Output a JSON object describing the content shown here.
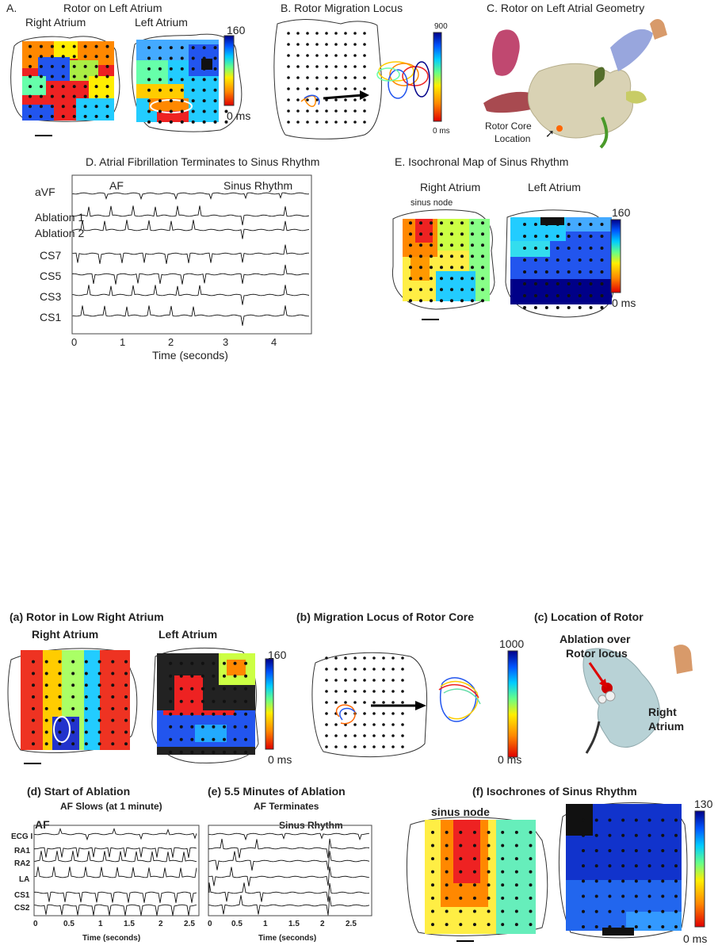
{
  "top": {
    "panelA": {
      "title": "A.",
      "subtitle": "Rotor on Left Atrium",
      "ra_label": "Right Atrium",
      "la_label": "Left Atrium",
      "scale_max": "160",
      "scale_min": "0 ms"
    },
    "panelB": {
      "title": "B. Rotor Migration Locus",
      "scale_max": "900",
      "scale_min": "0 ms"
    },
    "panelC": {
      "title": "C. Rotor on Left Atrial Geometry",
      "core_label_1": "Rotor Core",
      "core_label_2": "Location"
    },
    "panelD": {
      "title": "D. Atrial Fibrillation Terminates to Sinus Rhythm",
      "af_label": "AF",
      "sinus_label": "Sinus Rhythm",
      "channels": [
        "aVF",
        "Ablation 1",
        "Ablation 2",
        "CS7",
        "CS5",
        "CS3",
        "CS1"
      ],
      "ticks": [
        "0",
        "1",
        "2",
        "3",
        "4"
      ],
      "xlabel": "Time (seconds)"
    },
    "panelE": {
      "title": "E. Isochronal Map of Sinus Rhythm",
      "ra_label": "Right Atrium",
      "la_label": "Left Atrium",
      "sinus_node": "sinus node",
      "scale_max": "160",
      "scale_min": "0 ms"
    }
  },
  "bottom": {
    "panela": {
      "title": "(a)  Rotor in Low Right Atrium",
      "ra_label": "Right Atrium",
      "la_label": "Left Atrium",
      "scale_max": "160",
      "scale_min": "0 ms"
    },
    "panelb": {
      "title": "(b)  Migration Locus of Rotor Core",
      "scale_max": "1000",
      "scale_min": "0 ms"
    },
    "panelc": {
      "title": "(c)  Location of Rotor",
      "ablation_1": "Ablation over",
      "ablation_2": "Rotor locus",
      "ra_1": "Right",
      "ra_2": "Atrium"
    },
    "paneld": {
      "title": "(d)  Start of Ablation",
      "subtitle": "AF Slows (at 1 minute)",
      "af_label": "AF",
      "channels": [
        "ECG I",
        "RA1",
        "RA2",
        "LA",
        "CS1",
        "CS2"
      ],
      "ticks": [
        "0",
        "0.5",
        "1",
        "1.5",
        "2",
        "2.5"
      ],
      "xlabel": "Time (seconds)"
    },
    "panele": {
      "title": "(e)  5.5 Minutes of Ablation",
      "subtitle": "AF Terminates",
      "sinus_label": "Sinus Rhythm",
      "ticks": [
        "0",
        "0.5",
        "1",
        "1.5",
        "2",
        "2.5"
      ],
      "xlabel": "Time (seconds)"
    },
    "panelf": {
      "title": "(f)  Isochrones of Sinus Rhythm",
      "sinus_node": "sinus node",
      "scale_max": "130",
      "scale_min": "0 ms"
    }
  }
}
